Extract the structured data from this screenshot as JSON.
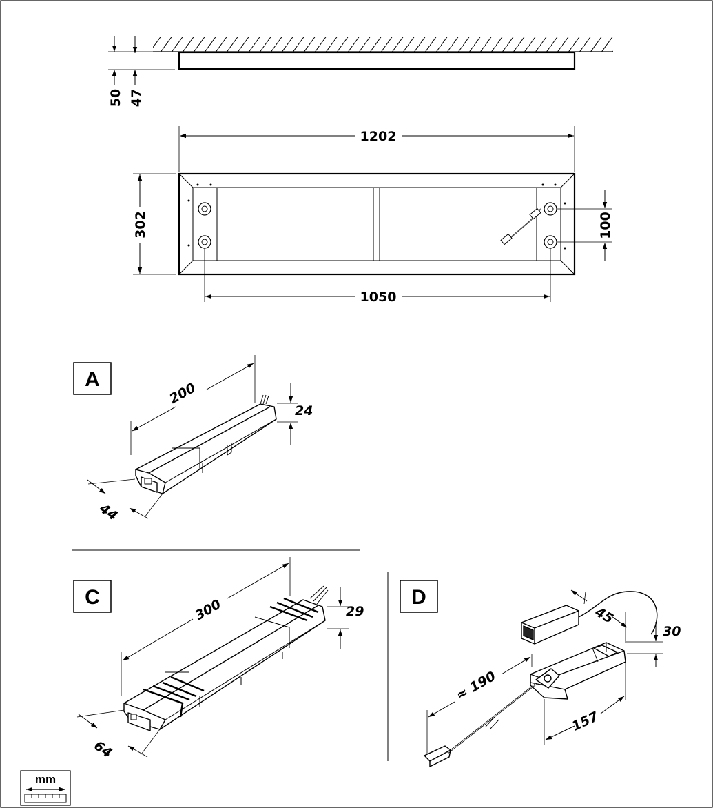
{
  "elevation_view": {
    "dim_outer": "50",
    "dim_inner": "47"
  },
  "plan_view": {
    "width": "1202",
    "depth": "302",
    "mount_spacing_width": "1050",
    "mount_spacing_depth": "100"
  },
  "driver_A": {
    "label": "A",
    "length": "200",
    "height": "24",
    "width": "44"
  },
  "driver_C": {
    "label": "C",
    "length": "300",
    "height": "29",
    "width": "64"
  },
  "driver_D": {
    "label": "D",
    "cable_length": "≈ 190",
    "connector_width": "45",
    "height": "30",
    "length": "157"
  },
  "units_badge": {
    "unit": "mm",
    "icon": "ruler-icon"
  }
}
